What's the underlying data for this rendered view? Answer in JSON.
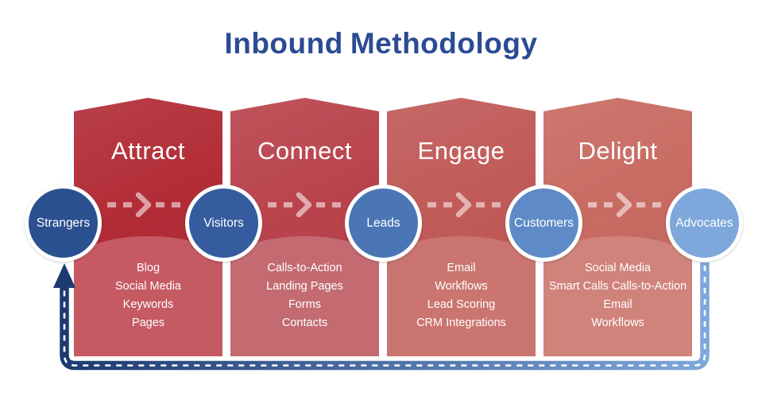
{
  "title": {
    "part1": "Inbound",
    "part2": "Methodology"
  },
  "colors": {
    "background": "#ffffff",
    "title_text": "#2b4b93",
    "flow_arrow": "rgba(255,255,255,0.55)",
    "loop_dark": "#1d3a70",
    "loop_light": "#7ea7db",
    "loop_dash": "#ffffff"
  },
  "stages": [
    {
      "name": "Attract",
      "color_main": "#b22c36",
      "color_panel": "#c55a63",
      "items": [
        "Blog",
        "Social Media",
        "Keywords",
        "Pages"
      ]
    },
    {
      "name": "Connect",
      "color_main": "#b9434c",
      "color_panel": "#c36b71",
      "items": [
        "Calls-to-Action",
        "Landing Pages",
        "Forms",
        "Contacts"
      ]
    },
    {
      "name": "Engage",
      "color_main": "#c05a58",
      "color_panel": "#ca756f",
      "items": [
        "Email",
        "Workflows",
        "Lead Scoring",
        "CRM Integrations"
      ]
    },
    {
      "name": "Delight",
      "color_main": "#c86b62",
      "color_panel": "#d0837b",
      "items": [
        "Social Media",
        "Smart Calls Calls-to-Action",
        "Email",
        "Workflows"
      ]
    }
  ],
  "milestones": [
    {
      "label": "Strangers",
      "color": "#2b5090"
    },
    {
      "label": "Visitors",
      "color": "#355c9e"
    },
    {
      "label": "Leads",
      "color": "#4a76b5"
    },
    {
      "label": "Customers",
      "color": "#5e8ac7"
    },
    {
      "label": "Advocates",
      "color": "#7ea7db"
    }
  ]
}
